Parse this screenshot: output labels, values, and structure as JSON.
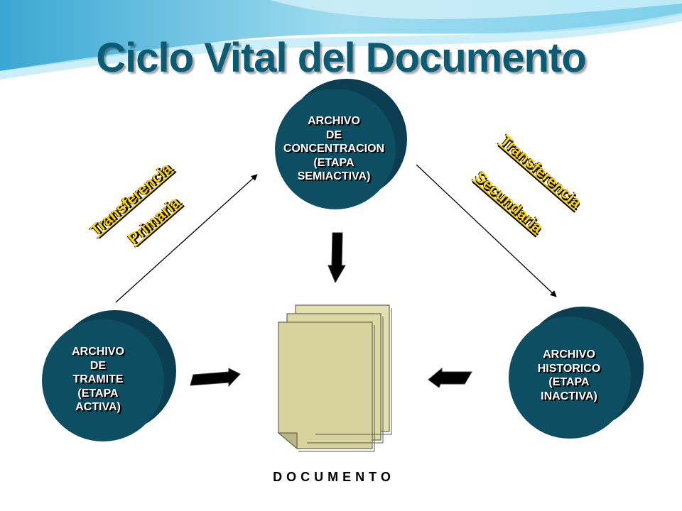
{
  "title": "Ciclo Vital del Documento",
  "nodes": {
    "concentracion": [
      "ARCHIVO",
      "DE",
      "CONCENTRACION",
      "(ETAPA",
      "SEMIACTIVA)"
    ],
    "tramite": [
      "ARCHIVO",
      "DE",
      "TRAMITE",
      "(ETAPA",
      "ACTIVA)"
    ],
    "historico": [
      "ARCHIVO",
      "HISTORICO",
      "(ETAPA",
      "INACTIVA)"
    ]
  },
  "transfers": {
    "primaria": [
      "Transferencia",
      "Primaria"
    ],
    "secundaria": [
      "Transferencia",
      "Secundaria"
    ]
  },
  "document_label": "DOCUMENTO",
  "colors": {
    "title": "#0b5b73",
    "circle": "#0d4e63",
    "transfer_text": "#ffd600",
    "paper": "#dcd9a4",
    "wave_light": "#9fdcf0",
    "wave_dark": "#3aa7d2"
  }
}
